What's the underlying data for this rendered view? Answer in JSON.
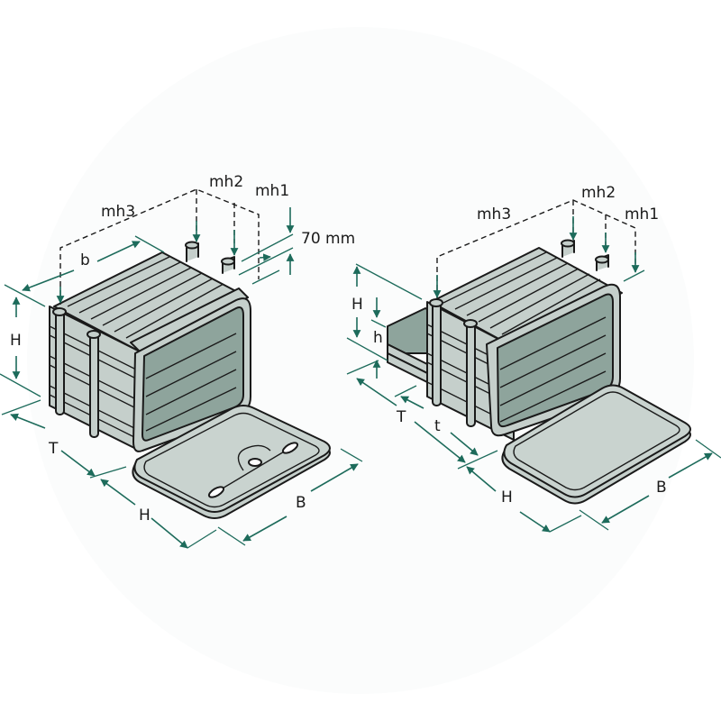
{
  "diagram": {
    "type": "technical-dimension-drawing",
    "subject": "Truck toolbox (two variants) with dimension annotations",
    "colors": {
      "accent_arrows": "#1d6b5b",
      "box_body": "#c5cfcb",
      "box_interior": "#8ea49c",
      "outline": "#1a1a1a",
      "background": "#ffffff"
    },
    "left_box": {
      "labels": {
        "mh3": "mh3",
        "mh2": "mh2",
        "mh1": "mh1",
        "offset": "70  mm",
        "b": "b",
        "H_side": "H",
        "T": "T",
        "H_bottom": "H",
        "B": "B"
      }
    },
    "right_box": {
      "labels": {
        "mh3": "mh3",
        "mh2": "mh2",
        "mh1": "mh1",
        "H_side": "H",
        "h": "h",
        "T": "T",
        "t": "t",
        "H_bottom": "H",
        "B": "B"
      }
    }
  }
}
